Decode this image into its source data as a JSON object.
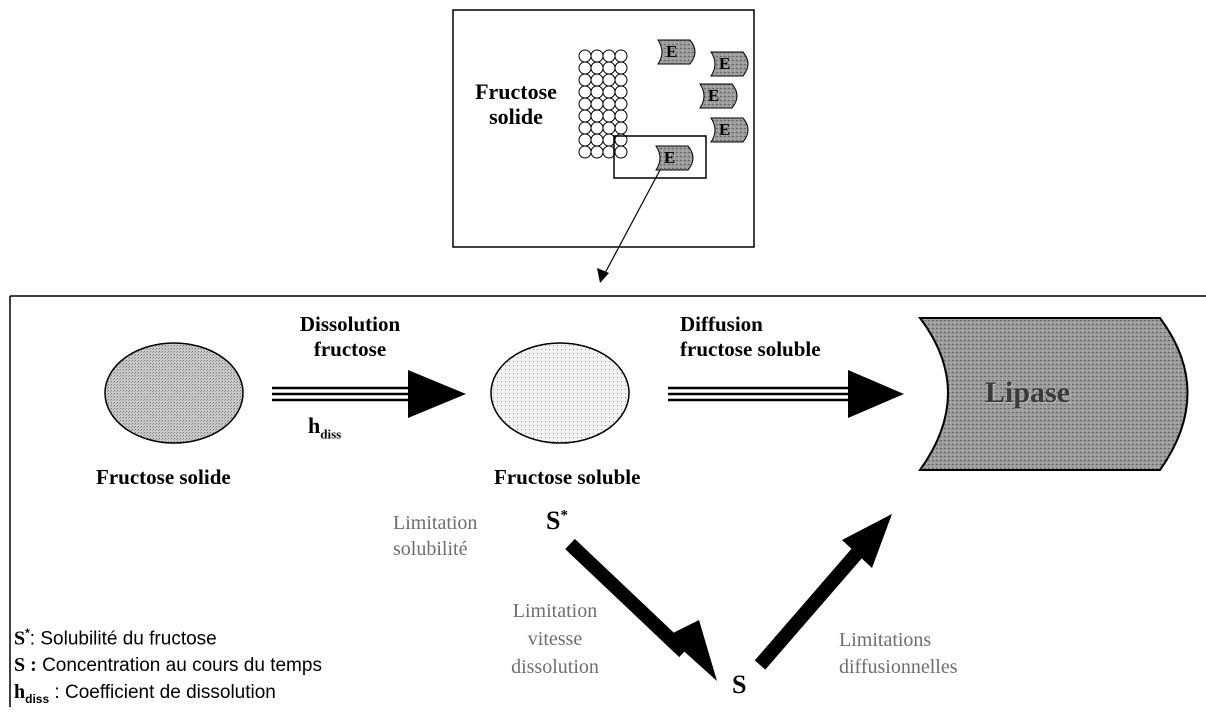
{
  "inset": {
    "label_line1": "Fructose",
    "label_line2": "solide",
    "enzyme_letter": "E"
  },
  "diagram": {
    "dissolution_line1": "Dissolution",
    "dissolution_line2": "fructose",
    "h_diss_symbol": "h",
    "h_diss_sub": "diss",
    "diffusion_line1": "Diffusion",
    "diffusion_line2": "fructose soluble",
    "lipase_label": "Lipase",
    "solid_label": "Fructose solide",
    "soluble_label": "Fructose soluble",
    "limitation_sol_line1": "Limitation",
    "limitation_sol_line2": "solubilité",
    "s_star_symbol": "S",
    "s_star_sup": "*",
    "limitation_vit_line1": "Limitation",
    "limitation_vit_line2": "vitesse",
    "limitation_vit_line3": "dissolution",
    "s_symbol": "S",
    "limitations_diff_line1": "Limitations",
    "limitations_diff_line2": "diffusionnelles"
  },
  "legend": {
    "sstar_sym": "S",
    "sstar_sup": "*",
    "sstar_text": ": Solubilité du fructose",
    "s_sym": "S :",
    "s_text": " Concentration au cours du temps",
    "h_sym": "h",
    "h_sub": "diss",
    "h_text": " : Coefficient de dissolution"
  }
}
